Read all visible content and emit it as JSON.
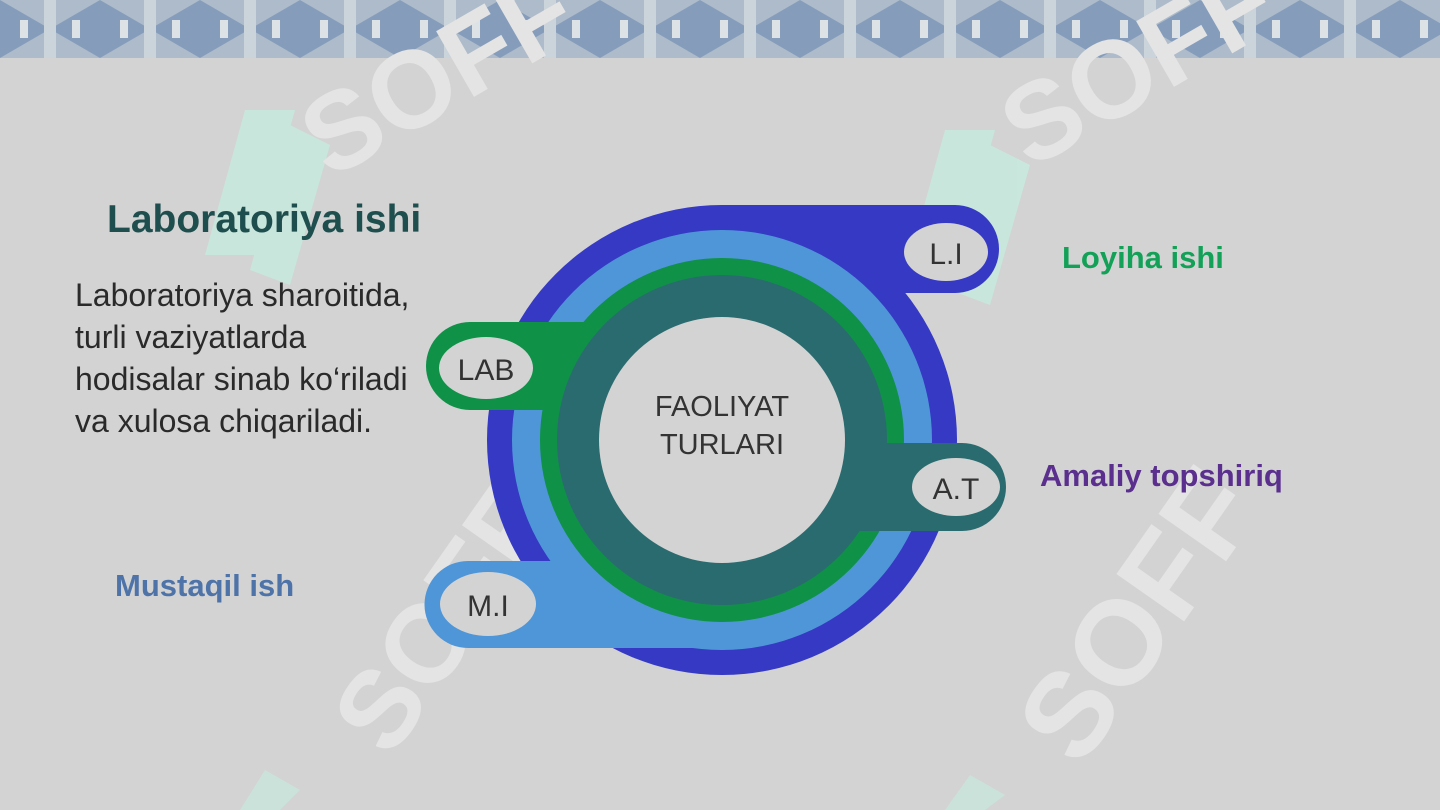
{
  "heading": {
    "title": "Laboratoriya ishi",
    "description": "Laboratoriya sharoitida, turli vaziyatlarda hodisalar sinab ko‘riladi va xulosa chiqariladi."
  },
  "hub": {
    "line1": "FAOLIYAT",
    "line2": "TURLARI"
  },
  "tabs": [
    {
      "abbr": "L.I",
      "label": "Loyiha ishi",
      "color": "#3539c4"
    },
    {
      "abbr": "LAB",
      "label": "Laboratoriya ishi",
      "color": "#0f9148"
    },
    {
      "abbr": "A.T",
      "label": "Amaliy topshiriq",
      "color": "#2a6b70"
    },
    {
      "abbr": "M.I",
      "label": "Mustaqil ish",
      "color": "#4f96d8"
    }
  ],
  "side_labels": {
    "loyiha": "Loyiha ishi",
    "amaliy": "Amaliy topshiriq",
    "mustaqil": "Mustaqil ish"
  },
  "watermark": {
    "text": "SOFF",
    "color": "#c5ede0"
  },
  "colors": {
    "background": "#d3d3d3",
    "ring_outer": "#3539c4",
    "ring_light": "#4f96d8",
    "ring_green": "#0f9148",
    "ring_teal": "#2a6b70",
    "band": "#6f8db4"
  }
}
